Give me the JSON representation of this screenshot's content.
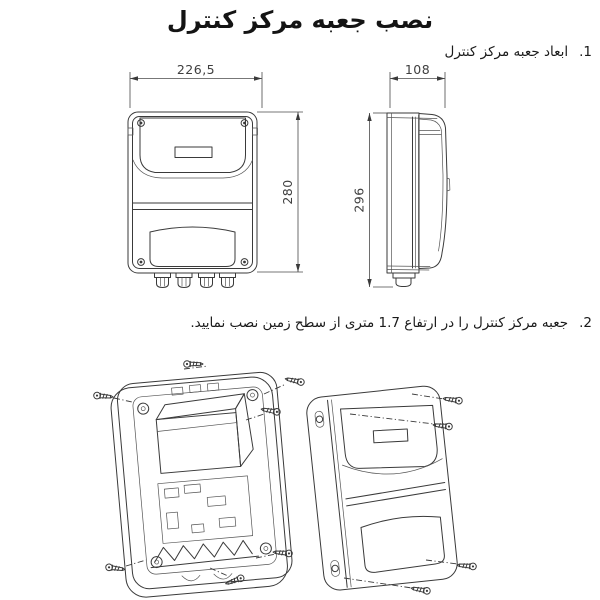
{
  "document": {
    "title": "نصب جعبه مرکز کنترل",
    "steps": [
      {
        "number": "1.",
        "text": "ابعاد جعبه مرکز کنترل"
      },
      {
        "number": "2.",
        "text": "جعبه مرکز کنترل را در ارتفاع 1.7 متری از سطح زمین نصب نمایید."
      }
    ]
  },
  "drawings": {
    "front_view": {
      "width_dim": "226,5",
      "height_dim": "280"
    },
    "side_view": {
      "width_dim": "108",
      "height_dim": "296"
    }
  },
  "colors": {
    "background": "#ffffff",
    "line": "#3a3a3a",
    "title_text": "#141414",
    "dim_text": "#3f3f3f"
  }
}
